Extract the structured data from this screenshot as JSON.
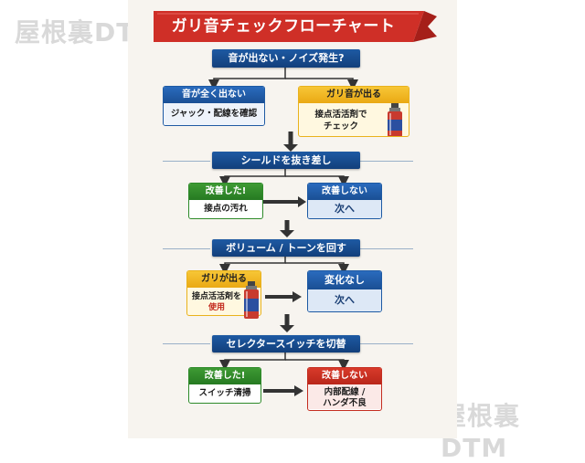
{
  "watermarks": [
    "屋根裏DTM",
    "屋根裏DTM"
  ],
  "title": "ガリ音チェックフローチャート",
  "start_question": "音が出ない・ノイズ発生?",
  "row1": {
    "left_header": "音が全く出ない",
    "left_body": "ジャック・配線を確認",
    "right_header": "ガリ音が出る",
    "right_body_line1": "接点活活剤で",
    "right_body_line2": "チェック"
  },
  "step1": "シールドを抜き差し",
  "row2": {
    "left_header": "改善した!",
    "left_body": "接点の汚れ",
    "right_header": "改善しない",
    "right_body": "次へ"
  },
  "step2": "ボリューム / トーンを回す",
  "row3": {
    "left_header": "ガリが出る",
    "left_body_line1": "接点活活剤を",
    "left_body_line2": "使用",
    "right_header": "変化なし",
    "right_body": "次へ"
  },
  "step3": "セレクタースイッチを切替",
  "row4": {
    "left_header": "改善した!",
    "left_body": "スイッチ清掃",
    "right_header": "改善しない",
    "right_body_line1": "内部配線 /",
    "right_body_line2": "ハンダ不良"
  },
  "colors": {
    "navy": "#1e5aa3",
    "green": "#2e8a29",
    "orange": "#f2b92a",
    "red": "#c42d20",
    "ribbon": "#d6312a"
  },
  "icons": [
    "spray-can-icon",
    "spray-can-icon"
  ]
}
